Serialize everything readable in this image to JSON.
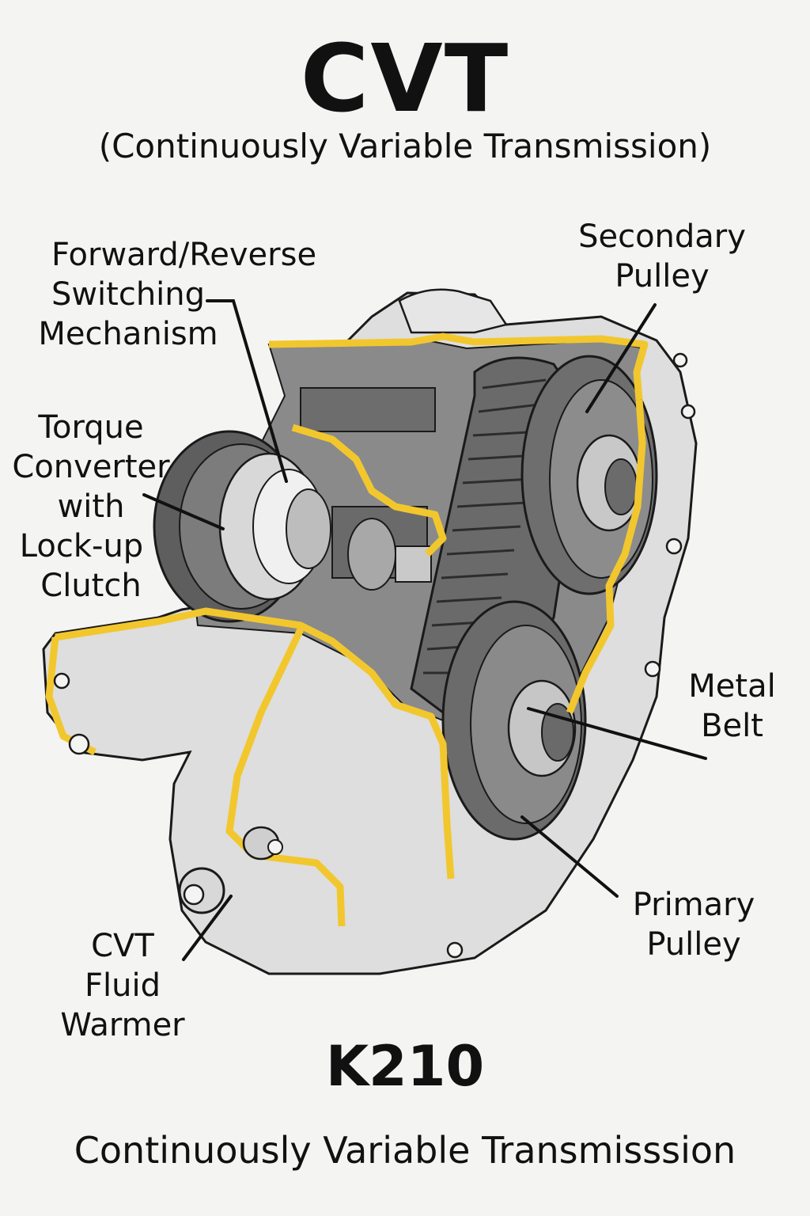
{
  "title": "CVT",
  "subtitle": "(Continuously Variable Transmission)",
  "model": "K210",
  "footer": "Continuously Variable Transmisssion",
  "labels": {
    "forward_reverse": [
      "Forward/Reverse",
      "Switching",
      "Mechanism"
    ],
    "torque_converter": [
      "Torque",
      "Converter",
      "with",
      "Lock-up",
      "Clutch"
    ],
    "secondary_pulley": [
      "Secondary",
      "Pulley"
    ],
    "metal_belt": [
      "Metal",
      "Belt"
    ],
    "primary_pulley": [
      "Primary",
      "Pulley"
    ],
    "fluid_warmer": [
      "CVT",
      "Fluid",
      "Warmer"
    ]
  },
  "colors": {
    "cutaway_edge": "#f2c72e",
    "housing": "#dcdcdc",
    "internals": "#7a7a7a",
    "outline": "#1a1a1a"
  }
}
